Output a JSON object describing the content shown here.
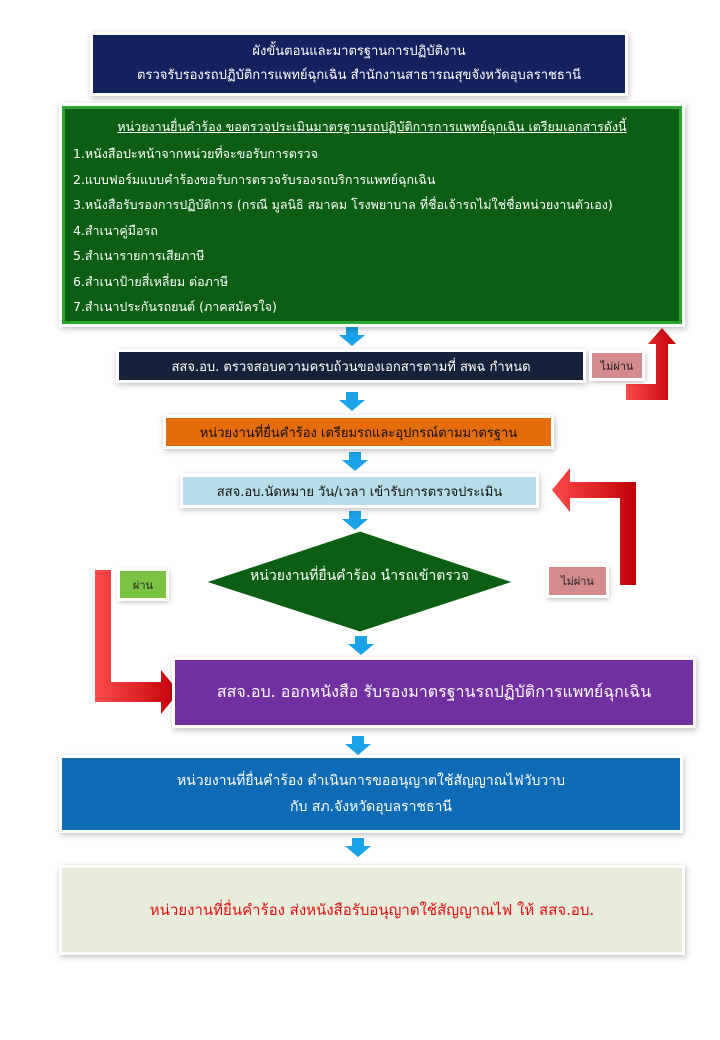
{
  "title": {
    "line1": "ผังขั้นตอนและมาตรฐานการปฏิบัติงาน",
    "line2": "ตรวจรับรองรถปฏิบัติการแพทย์ฉุกเฉิน สำนักงานสาธารณสุขจังหวัดอุบลราชธานี"
  },
  "documents": {
    "heading": "หน่วยงานยื่นคำร้อง ขอตรวจประเมินมาตรฐานรถปฏิบัติการการแพทย์ฉุกเฉิน เตรียมเอกสารดังนี้",
    "items": [
      "1.หนังสือปะหน้าจากหน่วยที่จะขอรับการตรวจ",
      "2.แบบฟอร์มแบบคำร้องขอรับการตรวจรับรองรถบริการแพทย์ฉุกเฉิน",
      "3.หนังสือรับรองการปฏิบัติการ (กรณี มูลนิธิ สมาคม โรงพยาบาล ที่ชื่อเจ้ารถไม่ใช่ชื่อหน่วยงานตัวเอง)",
      "4.สำเนาคู่มือรถ",
      "5.สำเนารายการเสียภาษี",
      "6.สำเนาป้ายสี่เหลี่ยม ต่อภาษี",
      "7.สำเนาประกันรถยนต์ (ภาคสมัครใจ)"
    ]
  },
  "steps": {
    "check": "สสจ.อบ. ตรวจสอบความครบถ้วนของเอกสารตามที่ สพฉ กำหนด",
    "prepare": "หน่วยงานที่ยื่นคำร้อง เตรียมรถและอุปกรณ์ตามมาตรฐาน",
    "appointment": "สสจ.อบ.นัดหมาย วัน/เวลา เข้ารับการตรวจประเมิน",
    "inspect": "หน่วยงานที่ยื่นคำร้อง นำรถเข้าตรวจ",
    "certify": "สสจ.อบ. ออกหนังสือ รับรองมาตรฐานรถปฏิบัติการแพทย์ฉุกเฉิน",
    "license_line1": "หน่วยงานที่ยื่นคำร้อง ดำเนินการขออนุญาตใช้สัญญาณไฟวับวาบ",
    "license_line2": "กับ สภ.จังหวัดอุบลราชธานี",
    "submit": "หน่วยงานที่ยื่นคำร้อง ส่งหนังสือรับอนุญาตใช้สัญญาณไฟ ให้ สสจ.อบ."
  },
  "labels": {
    "fail": "ไม่ผ่าน",
    "pass": "ผ่าน"
  },
  "colors": {
    "arrow_blue": "#1aa3e8",
    "arrow_red": "#e8101a"
  }
}
